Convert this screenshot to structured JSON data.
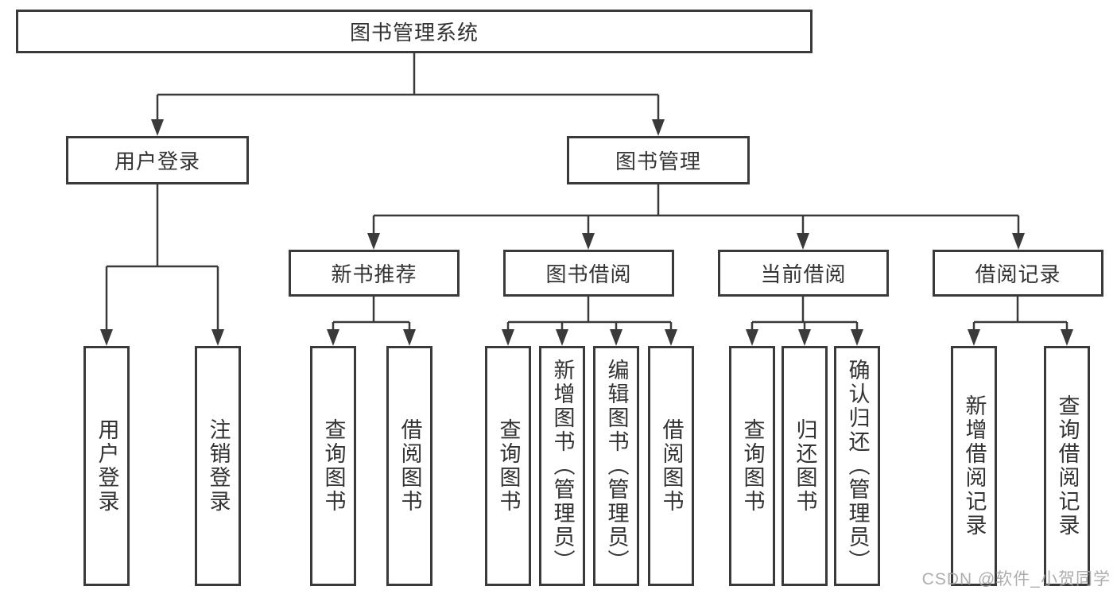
{
  "diagram": {
    "root": {
      "label": "图书管理系统"
    },
    "level2": [
      {
        "label": "用户登录"
      },
      {
        "label": "图书管理"
      }
    ],
    "level3": [
      {
        "label": "新书推荐"
      },
      {
        "label": "图书借阅"
      },
      {
        "label": "当前借阅"
      },
      {
        "label": "借阅记录"
      }
    ],
    "leaves": {
      "user_login": [
        "用户登录",
        "注销登录"
      ],
      "new_books": [
        "查询图书",
        "借阅图书"
      ],
      "book_borrow": [
        "查询图书",
        "新增图书（管理员）",
        "编辑图书（管理员）",
        "借阅图书"
      ],
      "current_borrow": [
        "查询图书",
        "归还图书",
        "确认归还（管理员）"
      ],
      "borrow_records": [
        "新增借阅记录",
        "查询借阅记录"
      ]
    }
  },
  "watermark": {
    "text": "CSDN @软件_小贺同学"
  },
  "colors": {
    "line": "#3a3a3a",
    "text": "#333333",
    "background": "#ffffff",
    "watermark": "#a5a5a5"
  }
}
